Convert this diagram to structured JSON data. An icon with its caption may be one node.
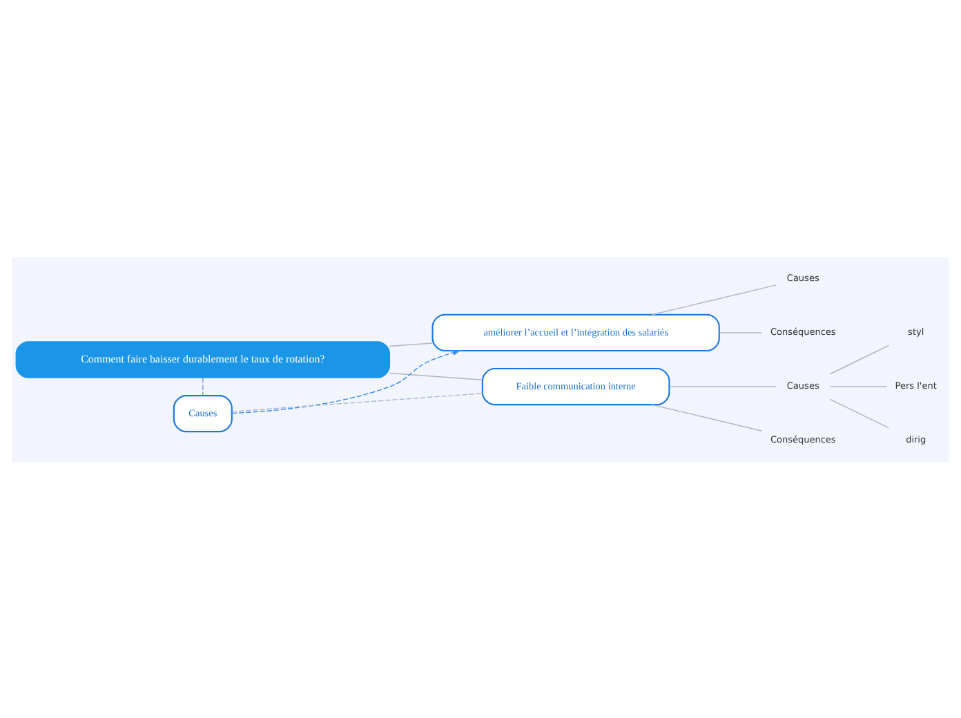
{
  "diagram": {
    "nodes": [
      {
        "text": [
          "Comment faire baisser durablement le taux de rotation?"
        ]
      },
      {
        "text": [
          "améliorer l’accueil et l’intégration des salariés"
        ]
      },
      {
        "text": [
          "Causes"
        ]
      },
      {
        "text": [
          "Faible communication interne"
        ]
      },
      {
        "text": [
          "Causes"
        ]
      },
      {
        "text": [
          "Conséquences"
        ]
      },
      {
        "text": [
          "Causes"
        ]
      },
      {
        "text": [
          "Conséquences"
        ]
      },
      {
        "text": [
          "styl"
        ]
      },
      {
        "text": [
          "Pers l'ent"
        ]
      },
      {
        "text": [
          "dirig"
        ]
      }
    ],
    "edges": [
      {
        "from": 0,
        "to": 1,
        "arrow": "none"
      },
      {
        "from": 0,
        "to": 3,
        "arrow": "none"
      },
      {
        "from": 0,
        "to": 2,
        "arrow": "none",
        "style": "dashed",
        "color": "#7a9ccf"
      },
      {
        "from": 2,
        "to": 1,
        "arrow": "to",
        "style": "dashed",
        "color": "#3d8ee8"
      },
      {
        "from": 2,
        "to": 3,
        "arrow": "none",
        "style": "dashed",
        "color": "#a9b8d8"
      },
      {
        "from": 1,
        "to": 4,
        "arrow": "none"
      },
      {
        "from": 1,
        "to": 5,
        "arrow": "none"
      },
      {
        "from": 3,
        "to": 6,
        "arrow": "none"
      },
      {
        "from": 3,
        "to": 7,
        "arrow": "none"
      },
      {
        "from": 6,
        "to": 8,
        "arrow": "none"
      },
      {
        "from": 6,
        "to": 9,
        "arrow": "none"
      },
      {
        "from": 6,
        "to": 10,
        "arrow": "none"
      }
    ]
  }
}
